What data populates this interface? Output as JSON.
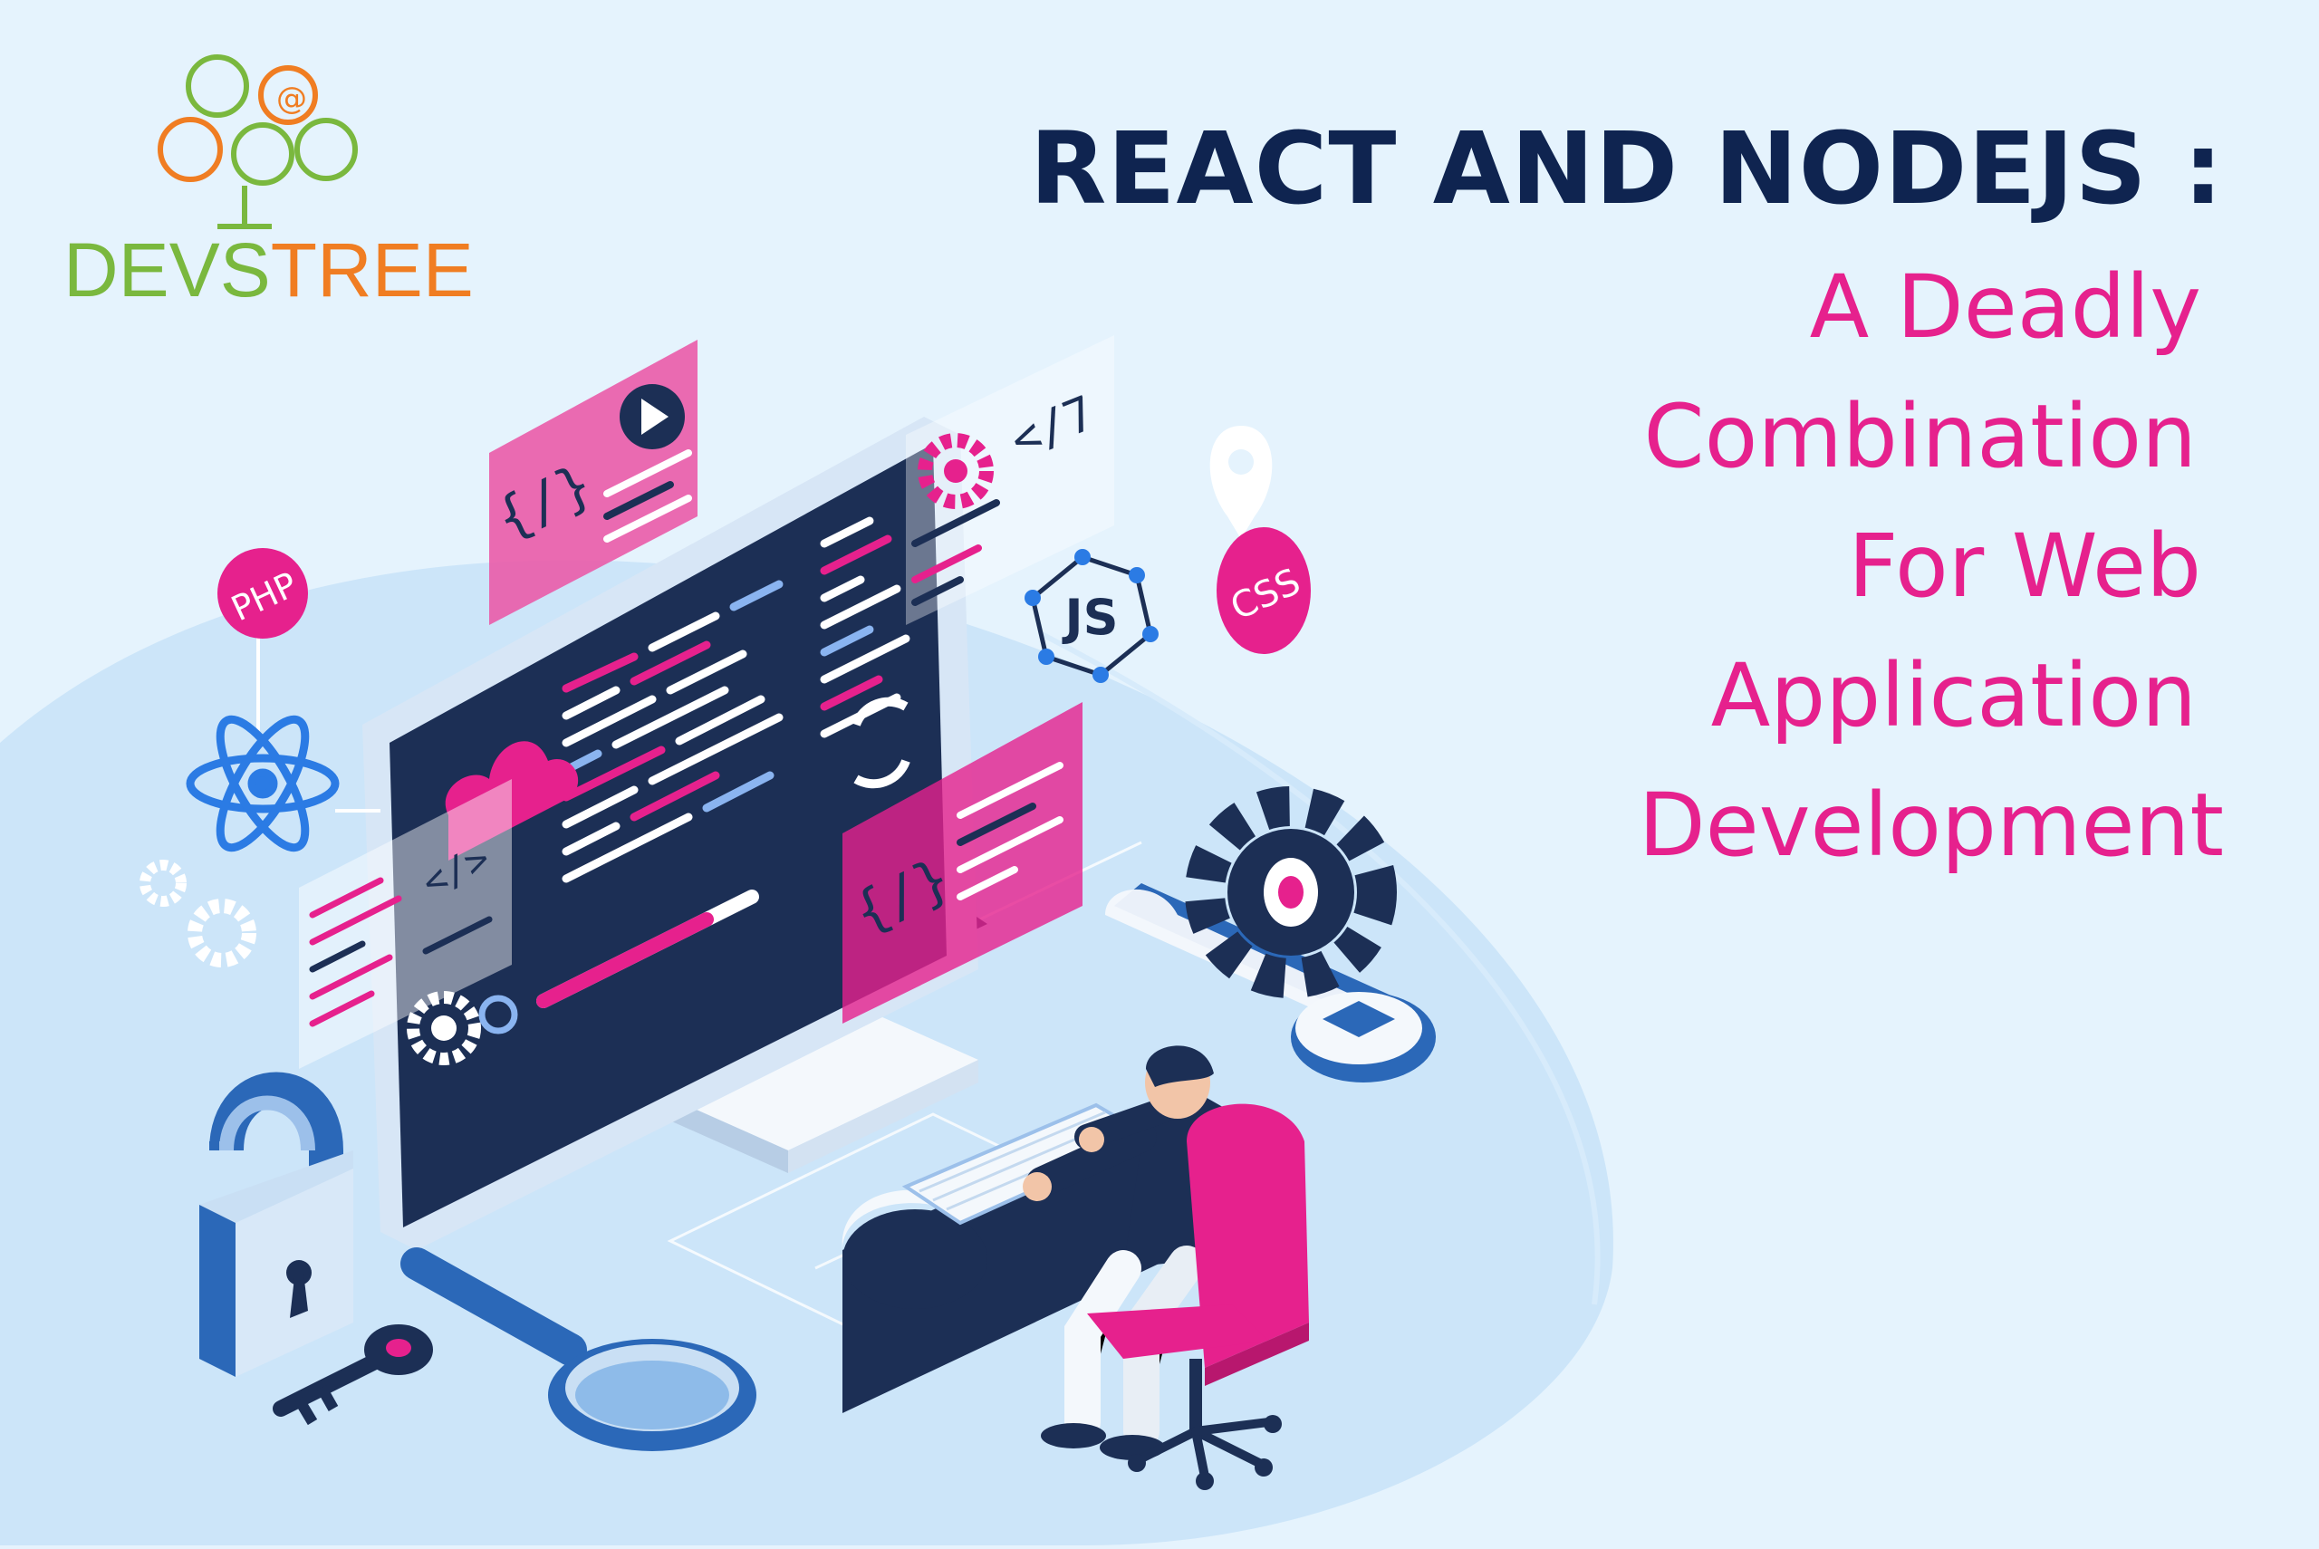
{
  "logo": {
    "part1": "DEVS",
    "part2": "TREE",
    "colors": {
      "green": "#7ab83e",
      "orange": "#f07d22"
    }
  },
  "headline": "REACT AND NODEJS :",
  "subtitle_lines": [
    "A Deadly",
    "Combination",
    "For Web",
    "Application",
    "Development"
  ],
  "badges": {
    "php": "PHP",
    "css": "CSS",
    "js": "JS"
  },
  "code_tags": {
    "bracket": "{/}",
    "close_tag": "</>",
    "tag_open": "</7"
  },
  "icons": [
    "tree-logo-icon",
    "play-icon",
    "react-atom-icon",
    "gear-icon",
    "location-pin-icon",
    "refresh-icon",
    "cloud-icon",
    "padlock-icon",
    "key-icon",
    "magnifier-icon",
    "wrench-icon",
    "monitor-icon",
    "keyboard-icon",
    "chair-icon"
  ],
  "colors": {
    "background": "#e5f3fd",
    "navy": "#0f2450",
    "pink": "#e6218d",
    "dark_screen": "#1c2f55",
    "blue": "#3b8ae6"
  }
}
